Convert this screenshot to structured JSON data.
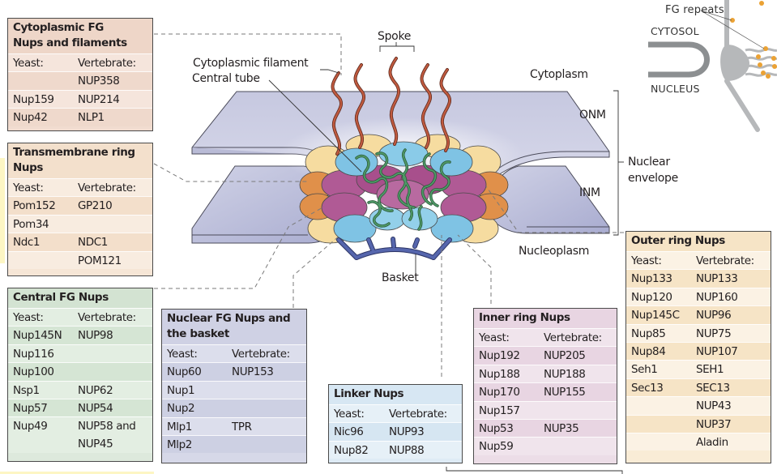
{
  "labels": {
    "spoke": "Spoke",
    "cytoplasmic_filament": "Cytoplasmic filament",
    "central_tube": "Central tube",
    "cytoplasm": "Cytoplasm",
    "onm": "ONM",
    "inm": "INM",
    "nuclear_envelope_line1": "Nuclear",
    "nuclear_envelope_line2": "envelope",
    "nucleoplasm": "Nucleoplasm",
    "basket": "Basket"
  },
  "inset": {
    "fg_repeats": "FG repeats",
    "cytosol": "CYTOSOL",
    "nucleus": "NUCLEUS"
  },
  "colors": {
    "cytoplasmic_panel": "#f1dcd0",
    "transmembrane_panel": "#f6e6d6",
    "central_panel": "#dde9dc",
    "nuclear_panel": "#d6d8e8",
    "linker_panel": "#deebf5",
    "inner_panel": "#ecdde7",
    "outer_panel": "#f9ecd6",
    "membrane": "#c9cbe2",
    "filament": "#b9553a",
    "fg_strand": "#3e8a5a",
    "blue_nup": "#7fc3e4",
    "magenta_nup": "#b05a95",
    "orange_nup": "#e0904a",
    "yellow_nup": "#f6dca0",
    "basket": "#4b5a9e"
  },
  "panels": {
    "cytoplasmic": {
      "title_line1": "Cytoplasmic FG",
      "title_line2": "Nups and filaments",
      "header": [
        "Yeast:",
        "Vertebrate:"
      ],
      "rows": [
        [
          "",
          "NUP358"
        ],
        [
          "Nup159",
          "NUP214"
        ],
        [
          "Nup42",
          "NLP1"
        ]
      ]
    },
    "transmembrane": {
      "title_line1": "Transmembrane ring",
      "title_line2": "Nups",
      "header": [
        "Yeast:",
        "Vertebrate:"
      ],
      "rows": [
        [
          "Pom152",
          "GP210"
        ],
        [
          "Pom34",
          ""
        ],
        [
          "Ndc1",
          "NDC1"
        ],
        [
          "",
          "POM121"
        ]
      ]
    },
    "central": {
      "title_line1": "Central FG Nups",
      "header": [
        "Yeast:",
        "Vertebrate:"
      ],
      "rows": [
        [
          "Nup145N",
          "NUP98"
        ],
        [
          "Nup116",
          ""
        ],
        [
          "Nup100",
          ""
        ],
        [
          "Nsp1",
          "NUP62"
        ],
        [
          "Nup57",
          "NUP54"
        ],
        [
          "Nup49",
          "NUP58 and"
        ],
        [
          "",
          "NUP45"
        ]
      ]
    },
    "nuclear": {
      "title_line1": "Nuclear FG Nups and",
      "title_line2": "the basket",
      "header": [
        "Yeast:",
        "Vertebrate:"
      ],
      "rows": [
        [
          "Nup60",
          "NUP153"
        ],
        [
          "Nup1",
          ""
        ],
        [
          "Nup2",
          ""
        ],
        [
          "Mlp1",
          "TPR"
        ],
        [
          "Mlp2",
          ""
        ]
      ]
    },
    "linker": {
      "title_line1": "Linker Nups",
      "header": [
        "Yeast:",
        "Vertebrate:"
      ],
      "rows": [
        [
          "Nic96",
          "NUP93"
        ],
        [
          "Nup82",
          "NUP88"
        ]
      ]
    },
    "inner": {
      "title_line1": "Inner ring Nups",
      "header": [
        "Yeast:",
        "Vertebrate:"
      ],
      "rows": [
        [
          "Nup192",
          "NUP205"
        ],
        [
          "Nup188",
          "NUP188"
        ],
        [
          "Nup170",
          "NUP155"
        ],
        [
          "Nup157",
          ""
        ],
        [
          "Nup53",
          "NUP35"
        ],
        [
          "Nup59",
          ""
        ]
      ]
    },
    "outer": {
      "title_line1": "Outer ring Nups",
      "header": [
        "Yeast:",
        "Vertebrate:"
      ],
      "rows": [
        [
          "Nup133",
          "NUP133"
        ],
        [
          "Nup120",
          "NUP160"
        ],
        [
          "Nup145C",
          "NUP96"
        ],
        [
          "Nup85",
          "NUP75"
        ],
        [
          "Nup84",
          "NUP107"
        ],
        [
          "Seh1",
          "SEH1"
        ],
        [
          "Sec13",
          "SEC13"
        ],
        [
          "",
          "NUP43"
        ],
        [
          "",
          "NUP37"
        ],
        [
          "",
          "Aladin"
        ]
      ]
    }
  }
}
